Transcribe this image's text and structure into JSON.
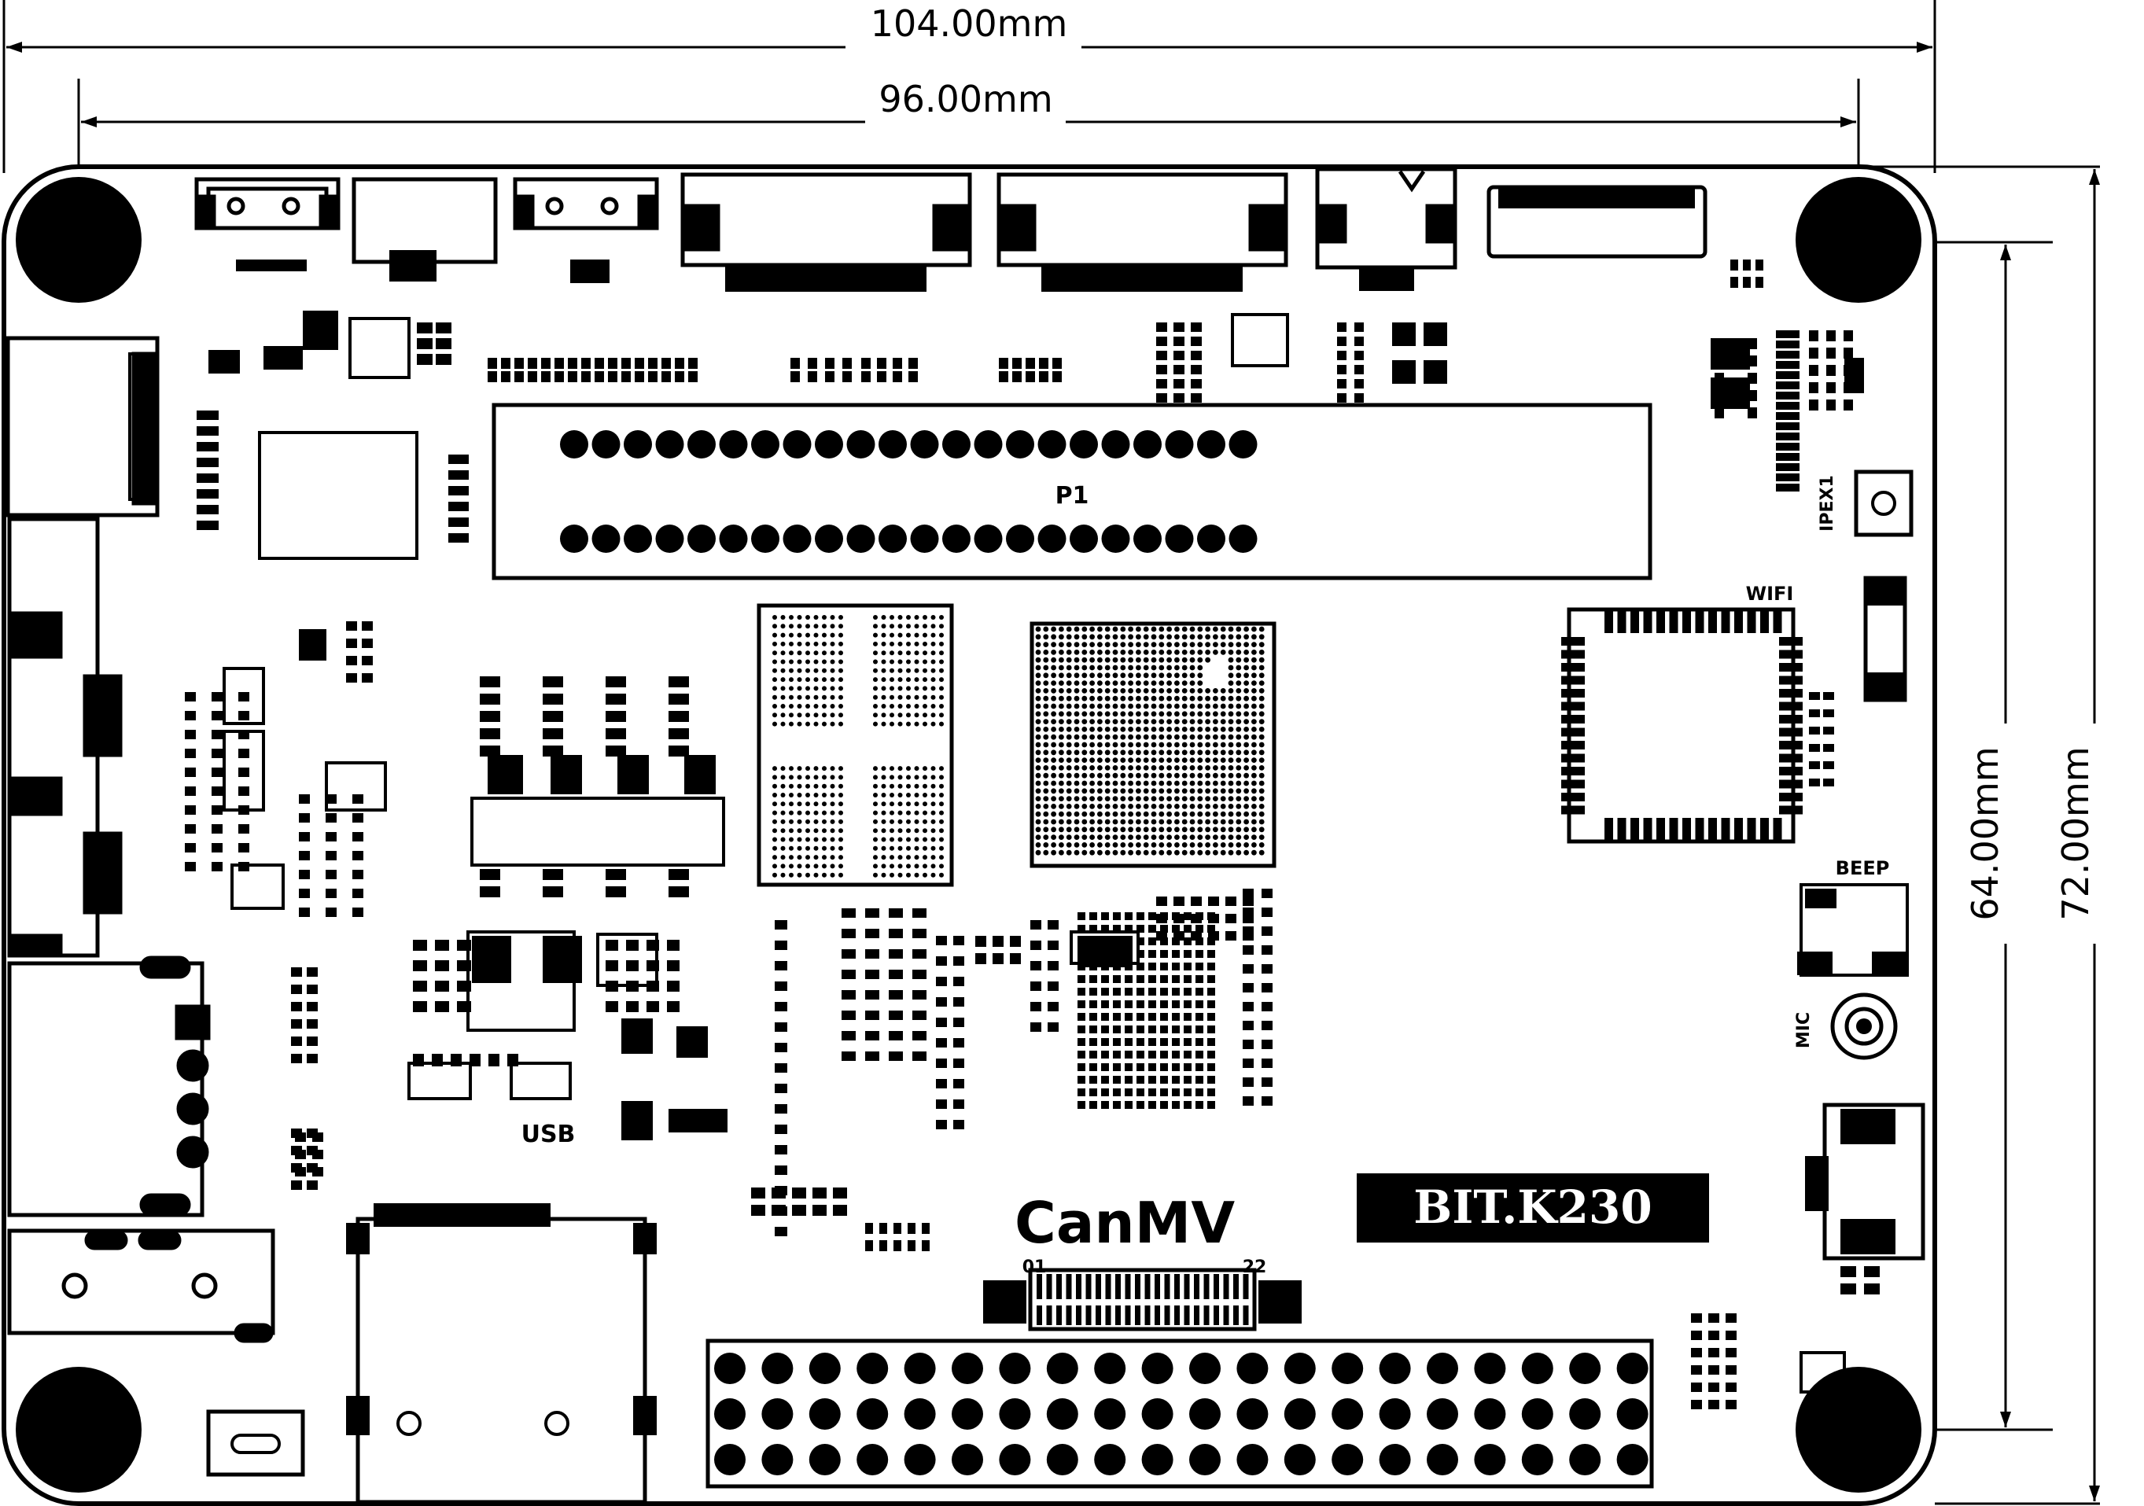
{
  "dimensions": {
    "overall_width": "104.00mm",
    "hole_spacing_width": "96.00mm",
    "hole_spacing_height": "64.00mm",
    "overall_height": "72.00mm"
  },
  "labels": {
    "p1": "P1",
    "wifi": "WIFI",
    "ipex": "IPEX1",
    "beep": "BEEP",
    "mic": "MIC",
    "usb": "USB",
    "canmv": "CanMV",
    "board_name": "BIT.K230",
    "ffc_pin_first": "01",
    "ffc_pin_last": "22"
  },
  "colors": {
    "ink": "#000000",
    "paper": "#ffffff"
  }
}
